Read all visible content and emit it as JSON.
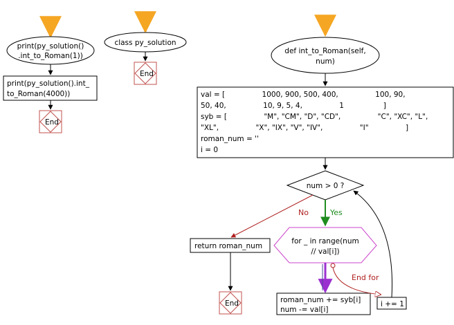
{
  "left_column": {
    "call1": [
      "print(py_solution()",
      ".int_to_Roman(1))"
    ],
    "call2": [
      "print(py_solution().int_",
      "to_Roman(4000))"
    ],
    "end": "End"
  },
  "class_column": {
    "class_def": "class py_solution",
    "end": "End"
  },
  "main": {
    "func_def": [
      "def int_to_Roman(self,",
      "num)"
    ],
    "init_block": [
      "val = [                1000, 900, 500, 400,                100, 90,",
      "50, 40,                10, 9, 5, 4,                1                 ]",
      "syb = [                \"M\", \"CM\", \"D\", \"CD\",                \"C\", \"XC\", \"L\",",
      "\"XL\",                \"X\", \"IX\", \"V\", \"IV\",                \"I\"                ]",
      "roman_num = ''",
      "i = 0"
    ],
    "condition": "num > 0 ?",
    "no_label": "No",
    "yes_label": "Yes",
    "return_stmt": "return roman_num",
    "for_loop": [
      "for _ in range(num",
      "// val[i])"
    ],
    "loop_body": [
      "roman_num += syb[i]",
      "num -= val[i]"
    ],
    "end_for_label": "End for",
    "increment": "i += 1",
    "end": "End"
  },
  "colors": {
    "start_arrow": "#f5a623",
    "flow_line": "#000000",
    "no_arrow": "#b02020",
    "yes_arrow": "#1e8c1e",
    "loop_arrow": "#9b30d0",
    "end_for_arrow": "#b02020",
    "end_border": "#c0504d",
    "for_border": "#cc44cc"
  }
}
